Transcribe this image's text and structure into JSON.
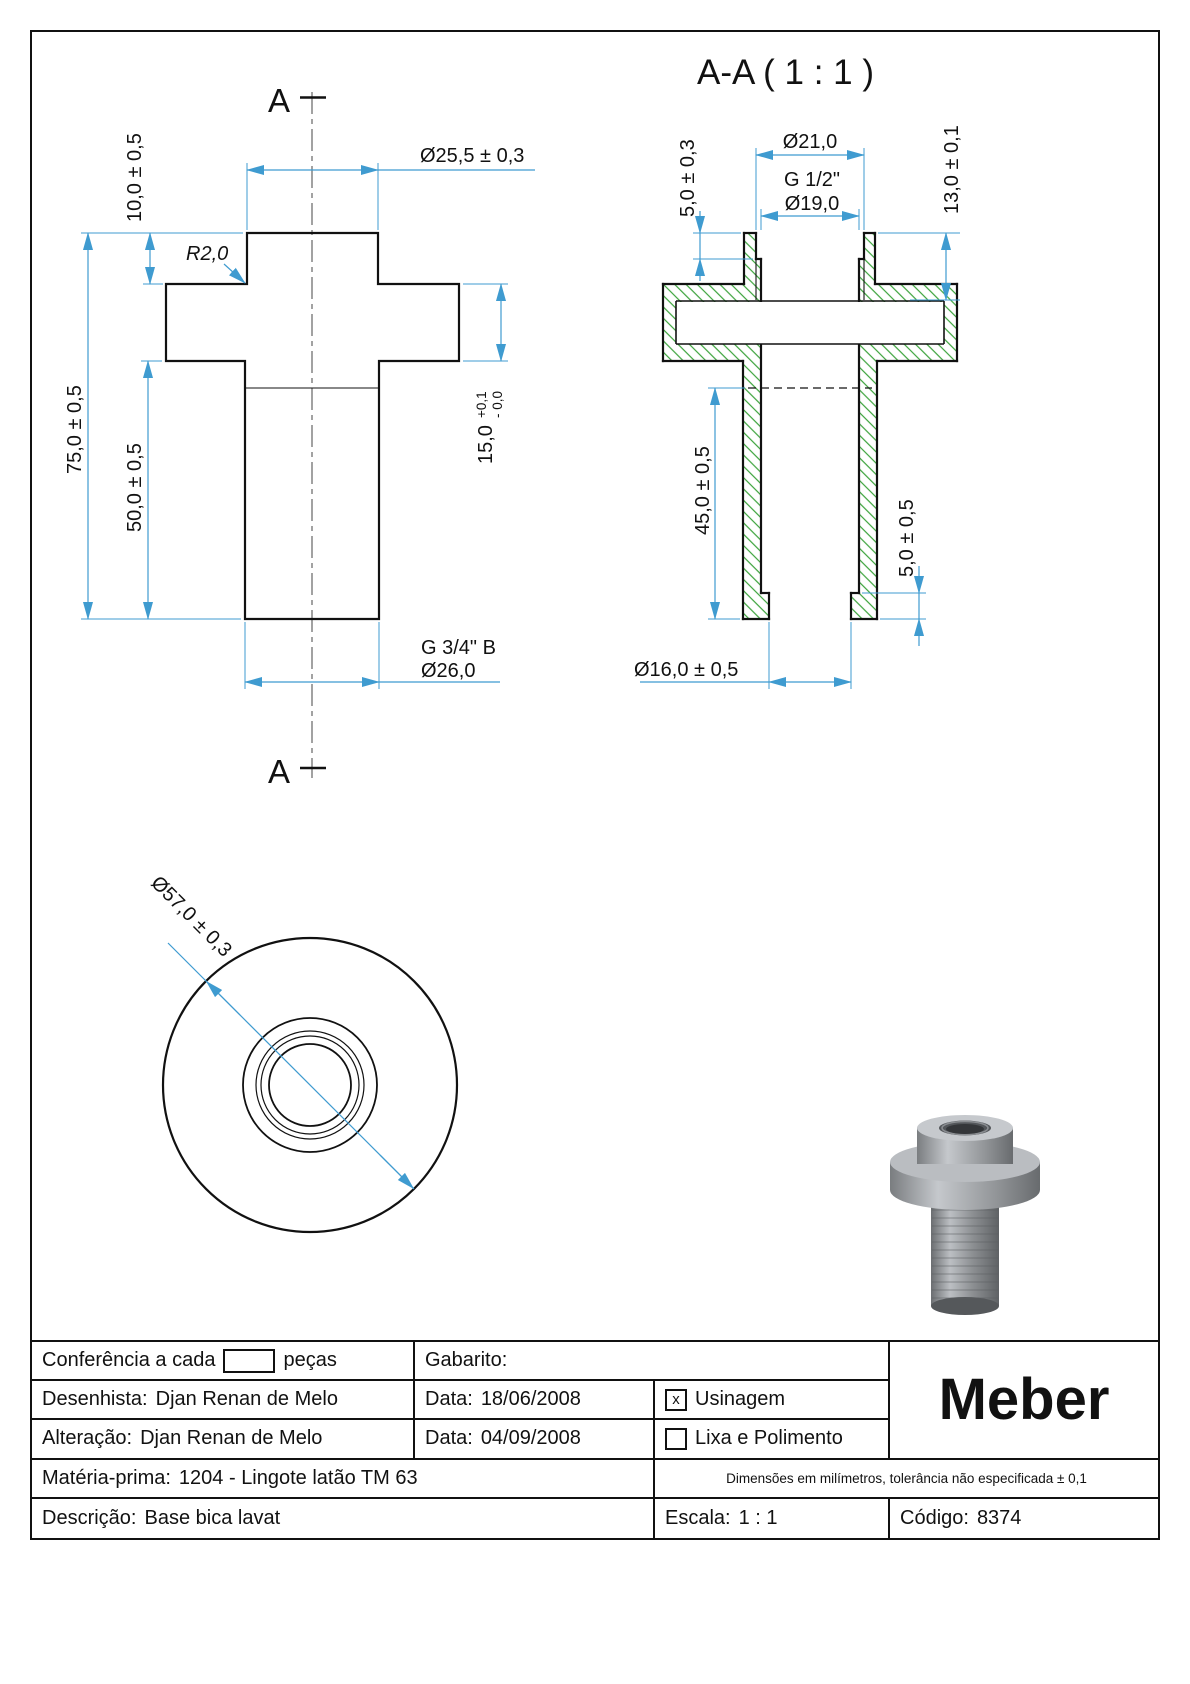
{
  "colors": {
    "dimension": "#3f9bd0",
    "hatch": "#3aa23a"
  },
  "front_view": {
    "section_label": "A",
    "dims": {
      "boss_height": "10,0 ± 0,5",
      "boss_diameter": "Ø25,5 ± 0,3",
      "fillet_radius": "R2,0",
      "total_height": "75,0 ± 0,5",
      "stem_height": "50,0 ± 0,5",
      "flange_thickness": "15,0",
      "flange_tol_plus": "+0,1",
      "flange_tol_minus": "- 0,0",
      "stem_thread": "G 3/4\" B",
      "stem_diameter": "Ø26,0"
    }
  },
  "section_view": {
    "title": "A-A  ( 1 : 1 )",
    "dims": {
      "top_bore_diameter": "Ø21,0",
      "thread": "G 1/2\"",
      "bore_diameter": "Ø19,0",
      "counterbore_depth": "5,0 ± 0,3",
      "thread_depth": "13,0 ± 0,1",
      "bore_depth": "45,0 ± 0,5",
      "bottom_recess_depth": "5,0 ± 0,5",
      "bottom_diameter": "Ø16,0 ± 0,5"
    }
  },
  "top_view": {
    "dims": {
      "flange_diameter": "Ø57,0 ± 0,3"
    }
  },
  "title_block": {
    "conferencia_label": "Conferência a cada",
    "pecas_label": "peças",
    "gabarito_label": "Gabarito:",
    "desenhista_label": "Desenhista:",
    "desenhista_value": "Djan Renan de Melo",
    "data1_label": "Data:",
    "data1_value": "18/06/2008",
    "usinagem_check": "x",
    "usinagem_label": "Usinagem",
    "alteracao_label": "Alteração:",
    "alteracao_value": "Djan Renan de Melo",
    "data2_label": "Data:",
    "data2_value": "04/09/2008",
    "lixa_label": "Lixa e Polimento",
    "materia_label": "Matéria-prima:",
    "materia_value": "1204 - Lingote latão TM 63",
    "tolerance_note": "Dimensões em milímetros, tolerância não especificada ± 0,1",
    "descricao_label": "Descrição:",
    "descricao_value": "Base bica lavat",
    "escala_label": "Escala:",
    "escala_value": "1 : 1",
    "codigo_label": "Código:",
    "codigo_value": "8374",
    "logo": "Meber"
  }
}
